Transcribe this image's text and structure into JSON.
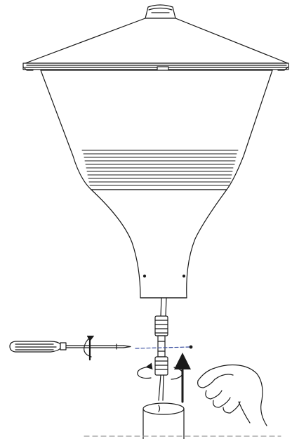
{
  "figure": {
    "kind": "installation-diagram",
    "stroke_color": "#1a1a1a",
    "fill_color": "#ffffff",
    "guide_line_color": "#3a4fa0",
    "parts": [
      {
        "id": "lamp-cap",
        "icon": "lamp-cap-icon"
      },
      {
        "id": "lamp-canopy",
        "icon": "canopy-icon"
      },
      {
        "id": "lamp-body",
        "icon": "lamp-body-icon"
      },
      {
        "id": "ribbed-band",
        "icon": "ribs-icon"
      },
      {
        "id": "lamp-neck",
        "icon": "neck-icon"
      },
      {
        "id": "cable-connector",
        "icon": "connector-icon"
      },
      {
        "id": "screwdriver",
        "icon": "screwdriver-icon"
      },
      {
        "id": "mounting-pole",
        "icon": "pole-icon"
      },
      {
        "id": "hand",
        "icon": "hand-icon"
      }
    ],
    "steps": [
      {
        "id": "insert-screw",
        "icon": "rotate-arrow-icon"
      },
      {
        "id": "twist-connector",
        "icon": "rotate-arrow-icon"
      },
      {
        "id": "push-up",
        "icon": "up-arrow-icon"
      }
    ]
  }
}
